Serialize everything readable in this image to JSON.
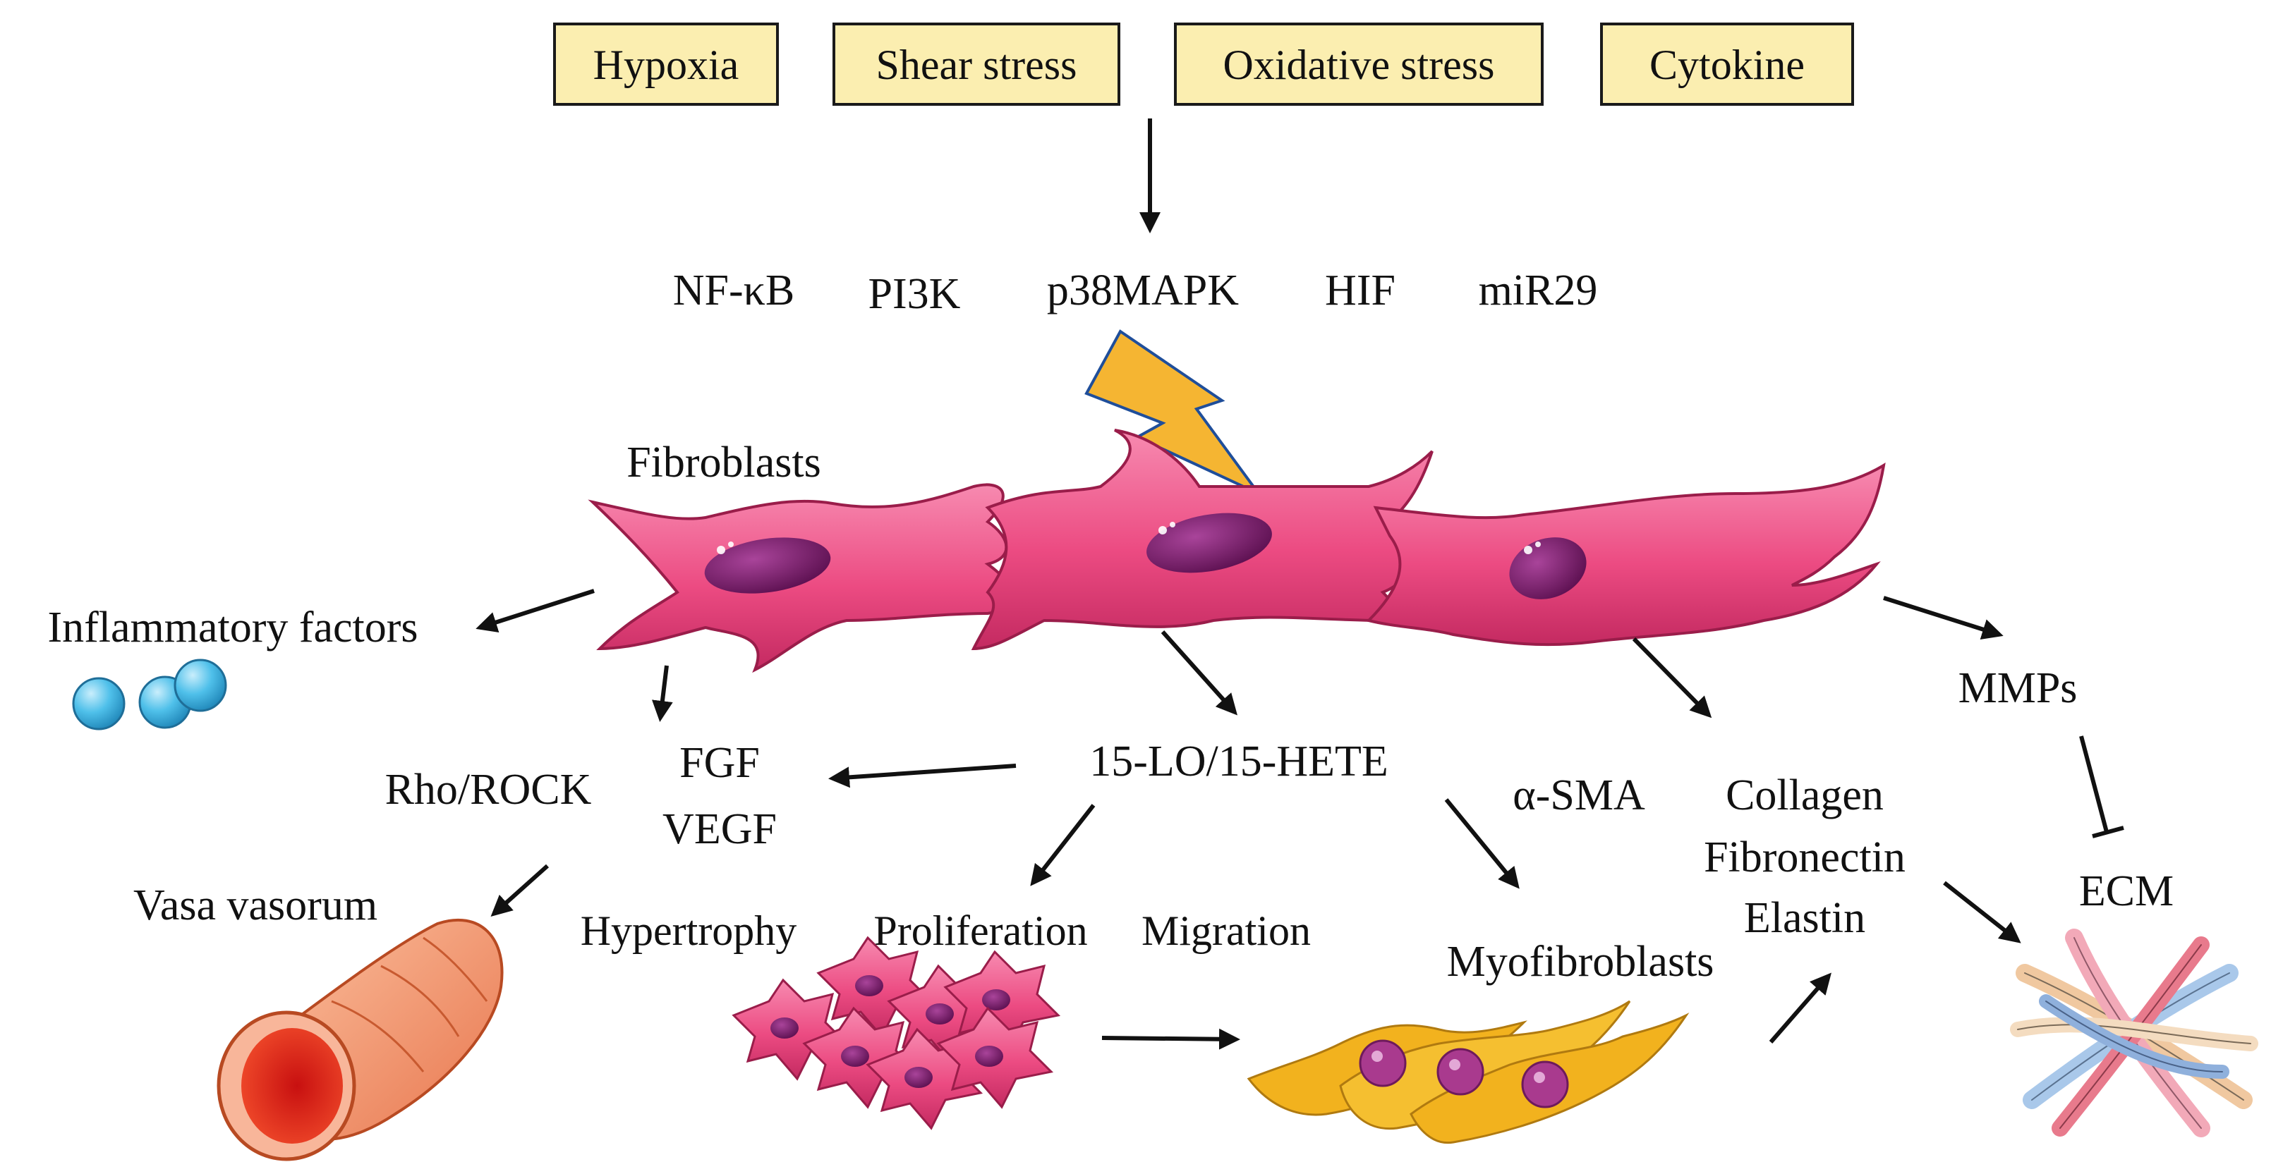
{
  "stimuli": [
    "Hypoxia",
    "Shear stress",
    "Oxidative stress",
    "Cytokine"
  ],
  "signals": [
    "NF-κB",
    "PI3K",
    "p38MAPK",
    "HIF",
    "miR29"
  ],
  "labels": {
    "fibroblasts": "Fibroblasts",
    "inflammatory": "Inflammatory factors",
    "rho_rock": "Rho/ROCK",
    "fgf": "FGF",
    "vegf": "VEGF",
    "lo_hete": "15-LO/15-HETE",
    "alpha_sma": "α-SMA",
    "collagen": "Collagen",
    "fibronectin": "Fibronectin",
    "elastin": "Elastin",
    "mmps": "MMPs",
    "ecm": "ECM",
    "vasa": "Vasa vasorum",
    "hypertrophy": "Hypertrophy",
    "proliferation": "Proliferation",
    "migration": "Migration",
    "myofibroblasts": "Myofibroblasts"
  },
  "colors": {
    "box_fill": "#fbeeb0",
    "cell_pink": "#ec4b82",
    "nucleus": "#7b1f6e",
    "myo_yellow": "#f2b21e",
    "bubble_blue": "#4fc0ea",
    "bolt": "#f5b532"
  }
}
